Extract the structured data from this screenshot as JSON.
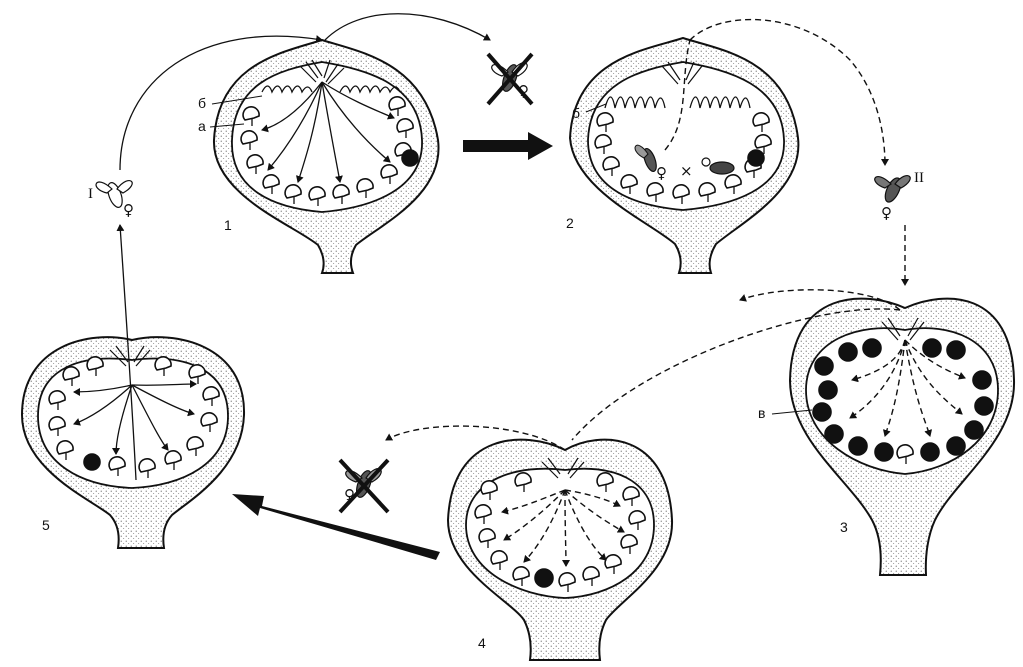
{
  "labels": {
    "panel_1": "1",
    "panel_2": "2",
    "panel_3": "3",
    "panel_4": "4",
    "panel_5": "5",
    "a": "а",
    "b1": "б",
    "b2": "б",
    "v": "в",
    "wasp_I": "I",
    "wasp_II": "II"
  },
  "symbols": {
    "female": "♀",
    "cross": "×"
  },
  "colors": {
    "ink": "#111111",
    "paper": "#ffffff"
  }
}
